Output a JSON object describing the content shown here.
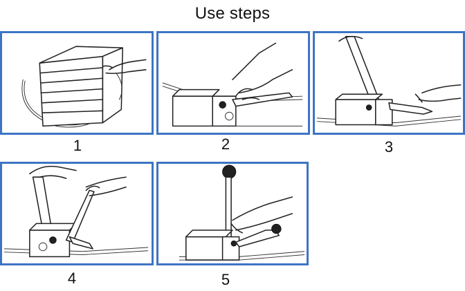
{
  "title": "Use steps",
  "steps": [
    {
      "number": "1"
    },
    {
      "number": "2"
    },
    {
      "number": "3"
    },
    {
      "number": "4"
    },
    {
      "number": "5"
    }
  ],
  "colors": {
    "frame": "#3d74c4",
    "ink": "#222222"
  }
}
